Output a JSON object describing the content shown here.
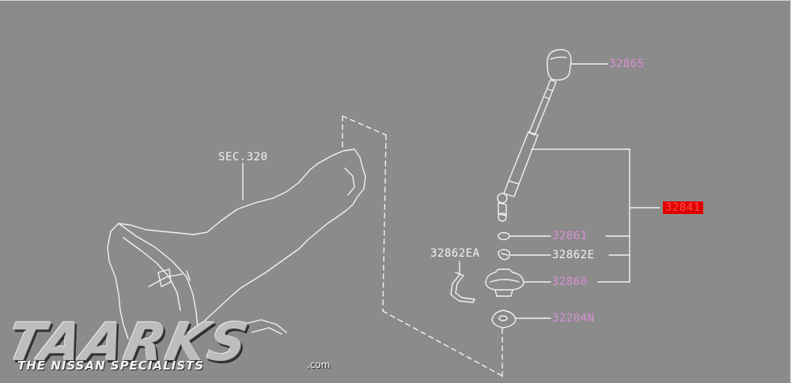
{
  "labels": {
    "sec": "SEC.320",
    "knob": "32865",
    "lever_assy": "32841",
    "boot_ring": "32861",
    "spring_e": "32862E",
    "spring_ea": "32862EA",
    "boot": "32860",
    "plate": "32204N"
  },
  "logo": {
    "main": "TAARKS",
    "tagline": "THE NISSAN SPECIALISTS",
    "domain": ".com"
  },
  "colors": {
    "background": "#8b8b8b",
    "lines": "#f2f2f2",
    "part_link": "#d98fd6",
    "highlight": "#e00000"
  }
}
